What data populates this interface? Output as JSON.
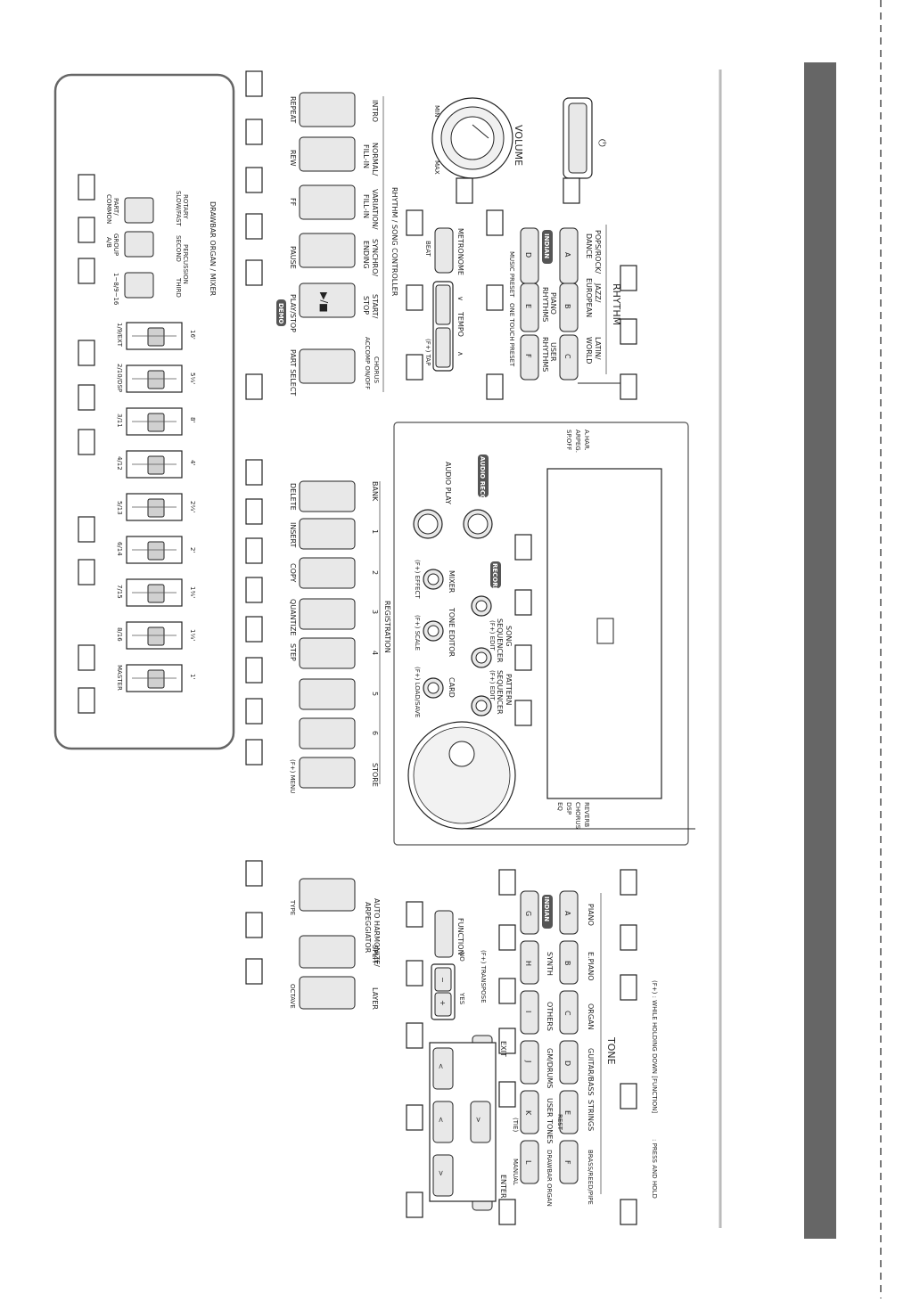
{
  "page": {
    "background": "#ffffff",
    "sidebar_color": "#666666"
  },
  "rhythm": {
    "title": "RHYTHM",
    "a": "POPS/ROCK/\nDANCE",
    "b": "JAZZ/\nEUROPEAN",
    "c": "LATIN/\nWORLD",
    "d": "INDIAN",
    "e": "PIANO\nRHYTHMS",
    "f": "USER\nRHYTHMS",
    "keys": [
      "A",
      "B",
      "C",
      "D",
      "E",
      "F"
    ],
    "music_preset": "MUSIC PRESET",
    "one_touch_preset": "ONE TOUCH PRESET"
  },
  "power": {
    "symbol": "⏻"
  },
  "volume": {
    "label": "VOLUME",
    "min": "MIN",
    "max": "MAX"
  },
  "metronome": {
    "label": "METRONOME",
    "beat": "BEAT"
  },
  "tempo": {
    "label": "TEMPO",
    "tap": "(F+) TAP",
    "down": "∨",
    "up": "∧"
  },
  "controller": {
    "title": "RHYTHM / SONG CONTROLLER",
    "intro": "INTRO",
    "repeat": "REPEAT",
    "normal": "NORMAL/\nFILL-IN",
    "rew": "REW",
    "variation": "VARIATION/\nFILL-IN",
    "ff": "FF",
    "synchro": "SYNCHRO/\nENDING",
    "pause": "PAUSE",
    "start_stop": "START/\nSTOP",
    "play_stop": "PLAY/STOP",
    "demo": "DEMO",
    "accomp": "ACCOMP ON/OFF",
    "chorus": "CHORUS",
    "part_select": "PART SELECT"
  },
  "drawbar": {
    "title": "DRAWBAR ORGAN / MIXER",
    "rotary": "ROTARY\nSLOW/FAST",
    "rotary_sub": "PART/\nCOMMON",
    "percussion": "PERCUSSION",
    "second": "SECOND",
    "third": "THIRD",
    "group": "GROUP\nA/B",
    "range": "1~8/9~16",
    "footages": [
      "16'",
      "5⅓'",
      "8'",
      "4'",
      "2⅔'",
      "2'",
      "1⅗'",
      "1⅓'",
      "1'"
    ],
    "channels": [
      "1/9/EXT",
      "2/10/DSP",
      "3/11",
      "4/12",
      "5/13",
      "6/14",
      "7/15",
      "8/16",
      "MASTER"
    ]
  },
  "display": {
    "left_labels": [
      "A.HAR.",
      "ARPEG.",
      "SP.OFF"
    ],
    "right_labels": [
      "REVERB",
      "CHORUS",
      "DSP",
      "EQ"
    ],
    "audio_record": "AUDIO RECORD",
    "audio_play": "AUDIO PLAY",
    "record": "RECORD",
    "song_sequencer": "SONG\nSEQUENCER",
    "song_edit": "(F+) EDIT",
    "pattern_sequencer": "PATTERN\nSEQUENCER",
    "pattern_edit": "(F+) EDIT",
    "mixer": "MIXER",
    "mixer_effect": "(F+) EFFECT",
    "tone_editor": "TONE EDITOR",
    "tone_scale": "(F+) SCALE",
    "card": "CARD",
    "card_load": "(F+) LOAD/SAVE"
  },
  "registration": {
    "title": "REGISTRATION",
    "bank": "BANK",
    "store": "STORE",
    "menu": "(F+) MENU",
    "numbers": [
      "1",
      "2",
      "3",
      "4",
      "5",
      "6"
    ],
    "sub": [
      "DELETE",
      "INSERT",
      "COPY",
      "QUANTIZE",
      "STEP"
    ]
  },
  "tone": {
    "title": "TONE",
    "upper": [
      "PIANO",
      "E.PIANO",
      "ORGAN",
      "GUITAR/BASS",
      "STRINGS",
      "BRASS/REED/PIPE"
    ],
    "upper_keys": [
      "A",
      "B",
      "C",
      "D",
      "E",
      "F"
    ],
    "lower": [
      "INDIAN",
      "SYNTH",
      "OTHERS",
      "GM/DRUMS",
      "USER TONES",
      "DRAWBAR ORGAN"
    ],
    "lower_keys": [
      "G",
      "H",
      "I",
      "J",
      "K",
      "L"
    ],
    "rest": "REST",
    "tie": "(TIE)",
    "manual": "MANUAL"
  },
  "function": {
    "label": "FUNCTION",
    "transpose": "(F+) TRANSPOSE",
    "no": "NO",
    "yes": "YES",
    "minus": "−",
    "plus": "+"
  },
  "nav": {
    "exit": "EXIT",
    "enter": "ENTER"
  },
  "auto_harmonize": {
    "label": "AUTO HARMONIZE/\nARPEGGIATOR",
    "type": "TYPE",
    "split": "SPLIT",
    "layer": "LAYER",
    "octave": "OCTAVE"
  },
  "legend": {
    "f_plus": "(F+) : WHILE HOLDING DOWN [FUNCTION]",
    "press_hold": ": PRESS AND HOLD"
  }
}
